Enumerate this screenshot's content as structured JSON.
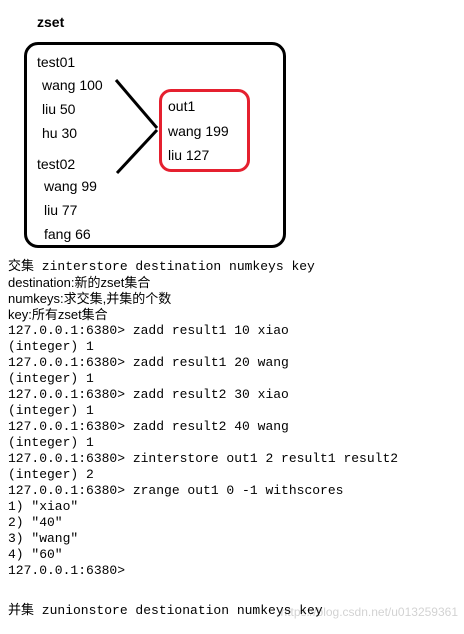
{
  "diagram": {
    "title": "zset",
    "set1": {
      "name": "test01",
      "members": [
        "wang 100",
        "liu 50",
        "hu 30"
      ]
    },
    "set2": {
      "name": "test02",
      "members": [
        "wang 99",
        "liu 77",
        "fang 66"
      ]
    },
    "result": {
      "name": "out1",
      "members": [
        "wang  199",
        "liu 127"
      ]
    },
    "colors": {
      "outer_border": "#000000",
      "result_border": "#e5202f"
    }
  },
  "notes": {
    "lines": [
      "交集 zinterstore destination numkeys key",
      "destination:新的zset集合",
      "numkeys:求交集,并集的个数",
      "key:所有zset集合"
    ]
  },
  "terminal": {
    "lines": [
      "127.0.0.1:6380> zadd result1 10 xiao",
      "(integer) 1",
      "127.0.0.1:6380> zadd result1 20 wang",
      "(integer) 1",
      "127.0.0.1:6380> zadd result2 30 xiao",
      "(integer) 1",
      "127.0.0.1:6380> zadd result2 40 wang",
      "(integer) 1",
      "127.0.0.1:6380> zinterstore out1 2 result1 result2",
      "(integer) 2",
      "127.0.0.1:6380> zrange out1 0 -1 withscores",
      "1) \"xiao\"",
      "2) \"40\"",
      "3) \"wang\"",
      "4) \"60\"",
      "127.0.0.1:6380>"
    ]
  },
  "footer": {
    "line": "并集 zunionstore destionation numkeys key"
  },
  "watermark": "https://blog.csdn.net/u013259361"
}
